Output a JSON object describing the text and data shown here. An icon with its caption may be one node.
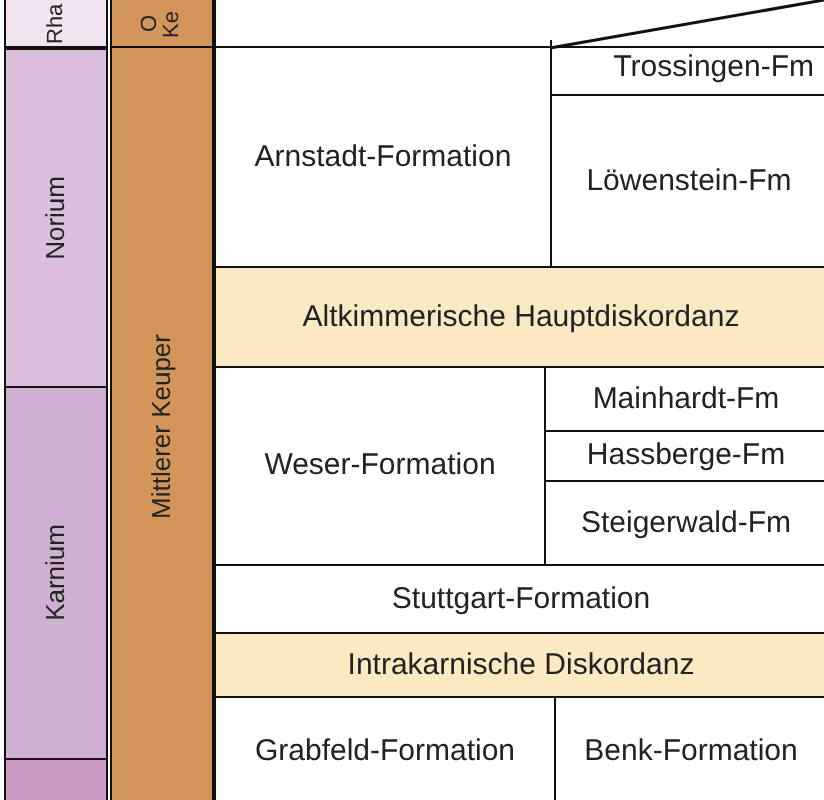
{
  "diagram": {
    "labels": [
      "Rha",
      "O Ke",
      "Trossingen-Fm",
      "Norium",
      "Arnstadt-Formation",
      "Löwenstein-Fm",
      "Mittlerer Keuper",
      "Altkimmerische Hauptdiskordanz",
      "Weser-Formation",
      "Mainhardt-Fm",
      "Hassberge-Fm",
      "Karnium",
      "Steigerwald-Fm",
      "Stuttgart-Formation",
      "Intrakarnische Diskordanz",
      "Grabfeld-Formation",
      "Benk-Formation"
    ]
  }
}
